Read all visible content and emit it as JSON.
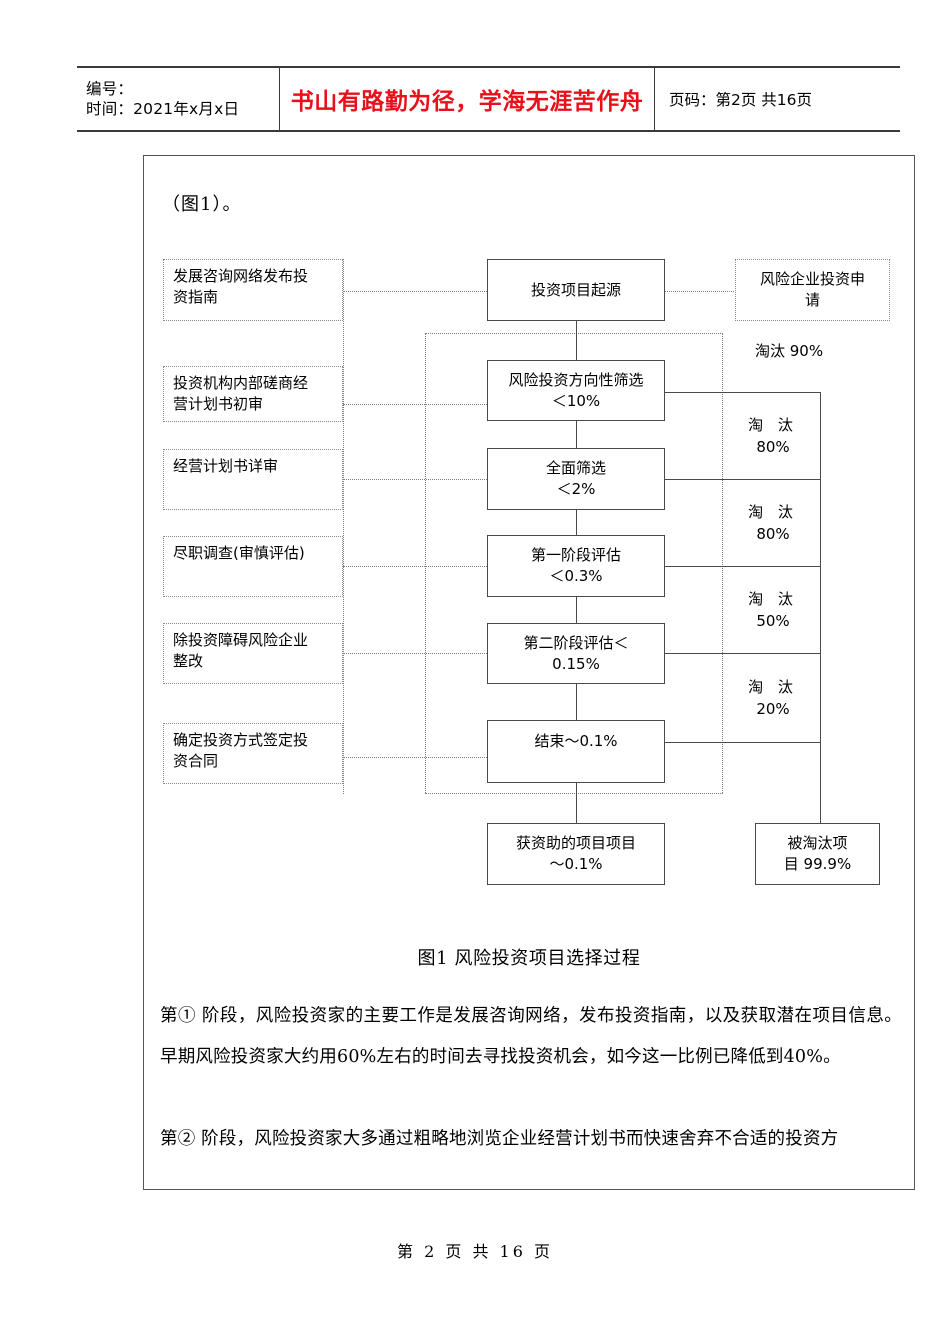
{
  "header": {
    "id_label": "编号：",
    "time_label": "时间：2021年x月x日",
    "motto": "书山有路勤为径，学海无涯苦作舟",
    "page_info": "页码：第2页 共16页"
  },
  "figure": {
    "intro": "（图1）。",
    "title": "图1 风险投资项目选择过程",
    "left_nodes": [
      {
        "lines": [
          "发展咨询网络发布投",
          "资指南"
        ]
      },
      {
        "lines": [
          "投资机构内部磋商经",
          "营计划书初审"
        ]
      },
      {
        "lines": [
          "经营计划书详审"
        ]
      },
      {
        "lines": [
          "尽职调查(审慎评估)"
        ]
      },
      {
        "lines": [
          "除投资障碍风险企业",
          "整改"
        ]
      },
      {
        "lines": [
          "确定投资方式签定投",
          "资合同"
        ]
      }
    ],
    "center_nodes": [
      {
        "lines": [
          "投资项目起源"
        ]
      },
      {
        "lines": [
          "风险投资方向性筛选",
          "＜10%"
        ]
      },
      {
        "lines": [
          "全面筛选",
          "＜2%"
        ]
      },
      {
        "lines": [
          "第一阶段评估",
          "＜0.3%"
        ]
      },
      {
        "lines": [
          "第二阶段评估＜",
          "0.15%"
        ]
      },
      {
        "lines": [
          "结束～0.1%"
        ]
      }
    ],
    "right_top_node": {
      "lines": [
        "风险企业投资申",
        "请"
      ]
    },
    "elimination_top_label": "淘汰 90%",
    "elimination_cells": [
      {
        "label": "淘 汰",
        "value": "80%"
      },
      {
        "label": "淘 汰",
        "value": "80%"
      },
      {
        "label": "淘 汰",
        "value": "50%"
      },
      {
        "label": "淘 汰",
        "value": "20%"
      }
    ],
    "outcome_funded": {
      "lines": [
        "获资助的项目项目",
        "～0.1%"
      ]
    },
    "outcome_rejected": {
      "lines": [
        "被淘汰项",
        "目 99.9%"
      ]
    }
  },
  "body": {
    "paragraph_1": "第① 阶段，风险投资家的主要工作是发展咨询网络，发布投资指南，以及获取潜在项目信息。早期风险投资家大约用60%左右的时间去寻找投资机会，如今这一比例已降低到40%。",
    "paragraph_2": "第② 阶段，风险投资家大多通过粗略地浏览企业经营计划书而快速舍弃不合适的投资方"
  },
  "footer": {
    "text": "第 2 页 共 16 页"
  },
  "colors": {
    "motto_red": "#e8101a",
    "rule": "#3a3a3a",
    "node_border": "#4a4a4a",
    "dotted_border": "#8a8a8a"
  }
}
